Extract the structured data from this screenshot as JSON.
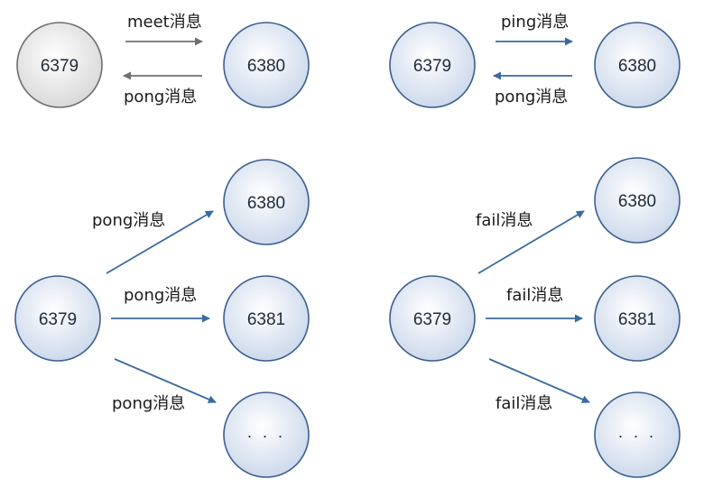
{
  "colors": {
    "blue_node_fill_center": "#ffffff",
    "blue_node_fill_edge": "#c9d6ea",
    "blue_node_stroke": "#3d5f8f",
    "gray_node_fill_edge": "#d6d6d6",
    "gray_node_stroke": "#6e6e6e",
    "blue_arrow": "#3a6aa0",
    "gray_arrow": "#707070"
  },
  "panel_meet": {
    "node_a": "6379",
    "node_b": "6380",
    "arrow_top_label": "meet消息",
    "arrow_bottom_label": "pong消息"
  },
  "panel_ping": {
    "node_a": "6379",
    "node_b": "6380",
    "arrow_top_label": "ping消息",
    "arrow_bottom_label": "pong消息"
  },
  "panel_pong_broadcast": {
    "source": "6379",
    "targets": [
      "6380",
      "6381",
      "..."
    ],
    "arrow_labels": [
      "pong消息",
      "pong消息",
      "pong消息"
    ]
  },
  "panel_fail_broadcast": {
    "source": "6379",
    "targets": [
      "6380",
      "6381",
      "..."
    ],
    "arrow_labels": [
      "fail消息",
      "fail消息",
      "fail消息"
    ]
  }
}
